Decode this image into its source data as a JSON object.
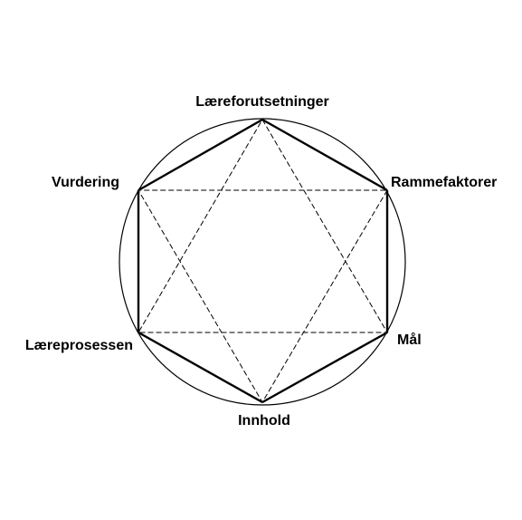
{
  "diagram": {
    "type": "didaktisk-relasjonsmodell",
    "line_color": "#000000",
    "background_color": "#ffffff",
    "nodes": [
      {
        "id": "top",
        "label": "Læreforutsetninger"
      },
      {
        "id": "upper-right",
        "label": "Rammefaktorer"
      },
      {
        "id": "lower-right",
        "label": "Mål"
      },
      {
        "id": "bottom",
        "label": "Innhold"
      },
      {
        "id": "lower-left",
        "label": "Læreprosessen"
      },
      {
        "id": "upper-left",
        "label": "Vurdering"
      }
    ],
    "hexagon_edges": [
      [
        "top",
        "upper-right"
      ],
      [
        "upper-right",
        "lower-right"
      ],
      [
        "lower-right",
        "bottom"
      ],
      [
        "bottom",
        "lower-left"
      ],
      [
        "lower-left",
        "upper-left"
      ],
      [
        "upper-left",
        "top"
      ]
    ],
    "dashed_triangles": [
      [
        "top",
        "lower-right",
        "lower-left"
      ],
      [
        "upper-right",
        "bottom",
        "upper-left"
      ]
    ]
  }
}
